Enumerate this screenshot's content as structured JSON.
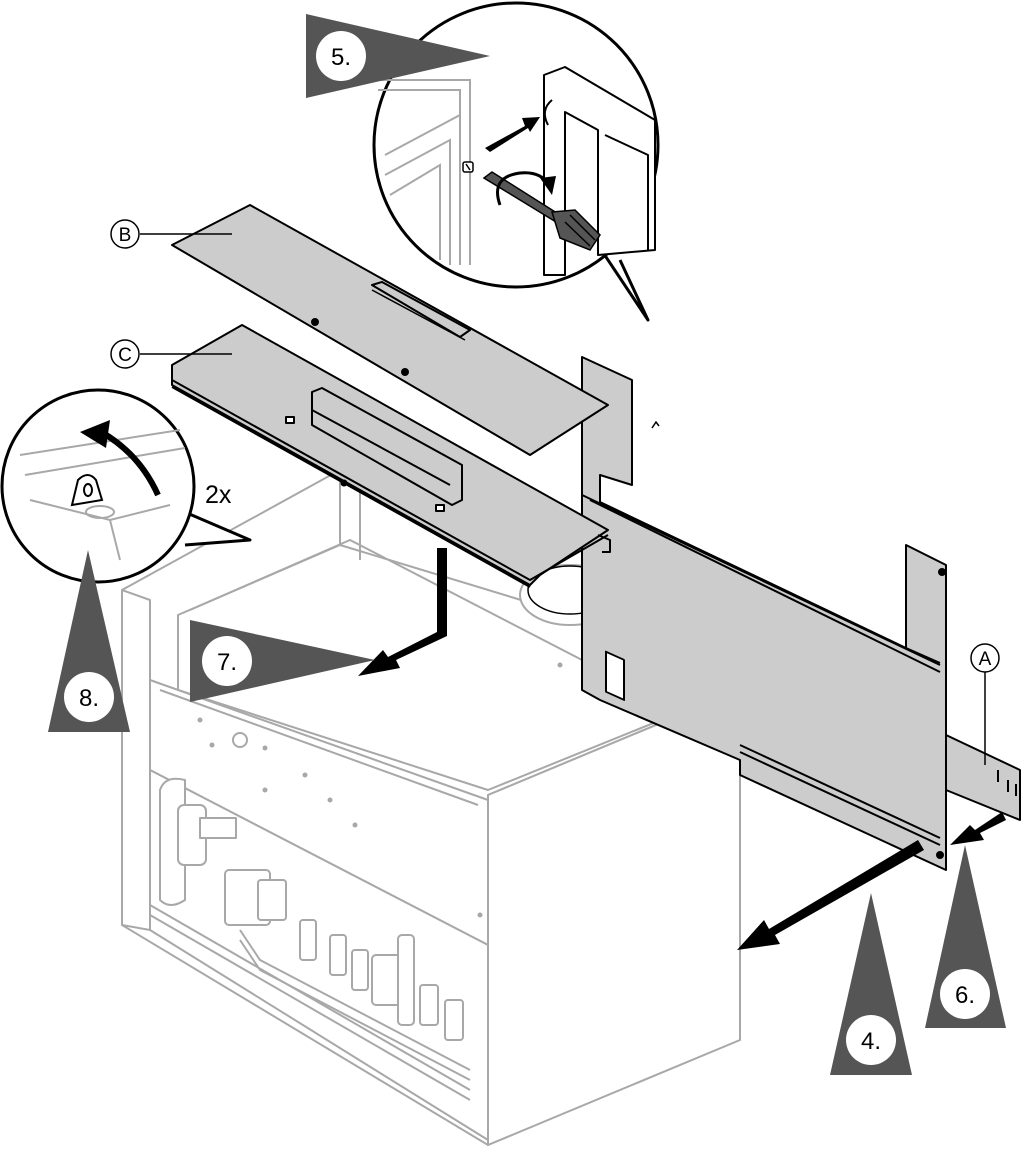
{
  "steps": {
    "s4": "4.",
    "s5": "5.",
    "s6": "6.",
    "s7": "7.",
    "s8": "8."
  },
  "labels": {
    "a": "A",
    "b": "B",
    "c": "C",
    "count": "2x"
  },
  "colors": {
    "marker": "#555555",
    "panel": "#cccccc",
    "outline": "#000000",
    "body": "#a8a8a8"
  }
}
